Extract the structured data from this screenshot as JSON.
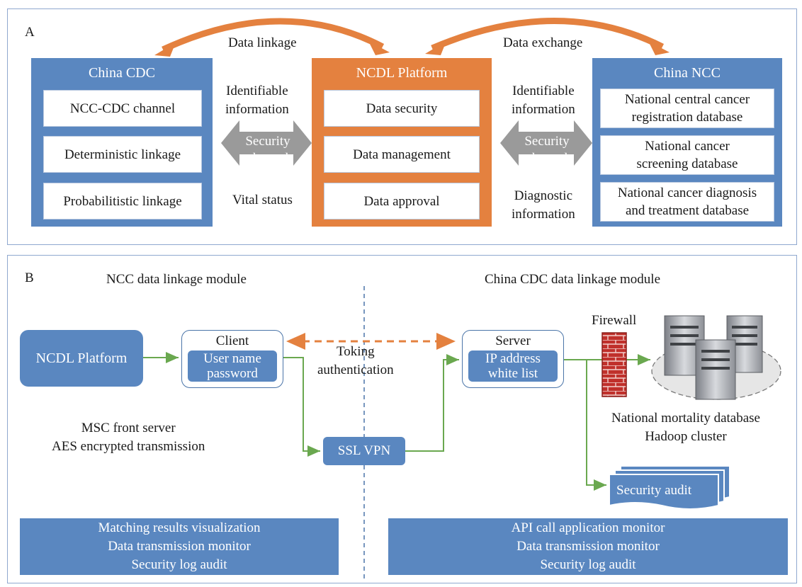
{
  "panel_a": {
    "letter": "A",
    "top_labels": {
      "left": "Data linkage",
      "right": "Data exchange"
    },
    "china_cdc": {
      "title": "China CDC",
      "items": [
        "NCC-CDC channel",
        "Deterministic linkage",
        "Probabilitistic linkage"
      ]
    },
    "ncdl": {
      "title": "NCDL Platform",
      "items": [
        "Data security",
        "Data management",
        "Data approval"
      ]
    },
    "china_ncc": {
      "title": "China NCC",
      "items": [
        [
          "National central cancer",
          "registration database"
        ],
        [
          "National cancer",
          "screening database"
        ],
        [
          "National cancer diagnosis",
          "and treatment database"
        ]
      ]
    },
    "left_channel": {
      "top": [
        "Identifiable",
        "information"
      ],
      "arrow": [
        "Security",
        "channel"
      ],
      "bottom": "Vital status"
    },
    "right_channel": {
      "top": [
        "Identifiable",
        "information"
      ],
      "arrow": [
        "Security",
        "channel"
      ],
      "bottom": [
        "Diagnostic",
        "information"
      ]
    }
  },
  "panel_b": {
    "letter": "B",
    "left_title": "NCC data linkage module",
    "right_title": "China CDC data linkage module",
    "ncdl_platform": "NCDL Platform",
    "client": {
      "title": "Client",
      "inner": [
        "User name",
        "password"
      ]
    },
    "server": {
      "title": "Server",
      "inner": [
        "IP address",
        "white list"
      ]
    },
    "token": [
      "Toking",
      "authentication"
    ],
    "firewall": "Firewall",
    "database": [
      "National mortality database",
      "Hadoop cluster"
    ],
    "msc": [
      "MSC front server",
      "AES encrypted transmission"
    ],
    "ssl_vpn": "SSL VPN",
    "security_audit": "Security audit",
    "left_monitor": [
      "Matching results visualization",
      "Data transmission monitor",
      "Security log audit"
    ],
    "right_monitor": [
      "API call application monitor",
      "Data transmission monitor",
      "Security log audit"
    ]
  },
  "colors": {
    "blue": "#5a87c0",
    "orange": "#e4813f",
    "grey_arrow": "#9a9a9a",
    "green_line": "#6aa84f",
    "panel_border": "#8fa8cf",
    "firewall_red": "#c0302b"
  }
}
